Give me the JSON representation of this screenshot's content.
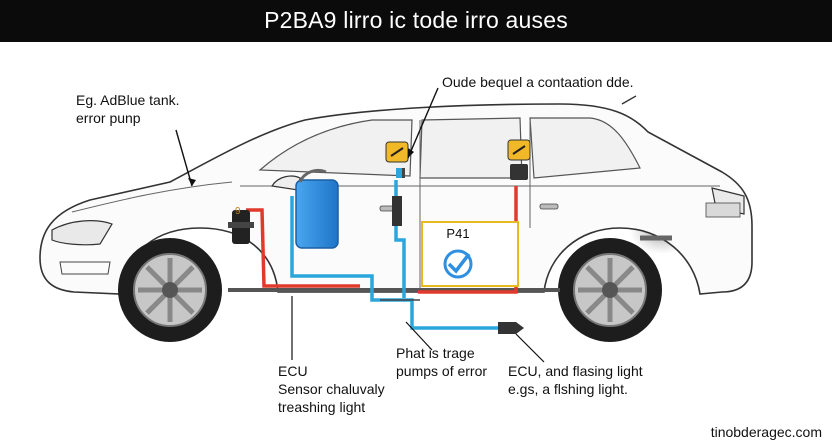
{
  "header": {
    "title": "P2BA9 lirro ic tode irro auses"
  },
  "labels": {
    "top_left_line1": "Eg. AdBlue tank.",
    "top_left_line2": "error punp",
    "top_right": "Oude bequel a contaation dde.",
    "bottom_left_line1": "ECU",
    "bottom_left_line2": "Sensor chaluvaly",
    "bottom_left_line3": "treashing light",
    "bottom_mid_line1": "Phat is trage",
    "bottom_mid_line2": "pumps of error",
    "bottom_right_line1": "ECU, and flasing light",
    "bottom_right_line2": "e.gs, a flshing light."
  },
  "panel": {
    "code": "P41"
  },
  "watermark": "tinobderagec.com",
  "colors": {
    "red_line": "#e03a2c",
    "blue_line": "#2aa6dd",
    "tank": "#2f8fe0",
    "panel_border": "#e7b923",
    "check": "#2f8fe0"
  },
  "icons": [
    "warning-icon",
    "check-icon"
  ]
}
